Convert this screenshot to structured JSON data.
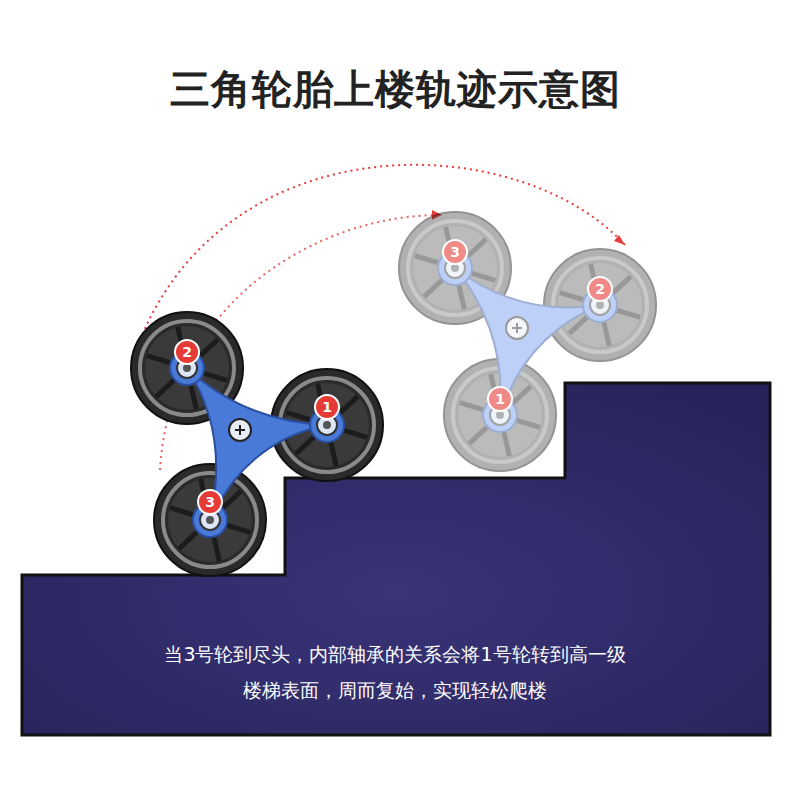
{
  "diagram": {
    "title": "三角轮胎上楼轨迹示意图",
    "caption": "当3号轮到尽头，内部轴承的关系会将1号轮转到高一级楼梯表面，周而复始，实现轻松爬楼",
    "labels": [
      "2",
      "1",
      "3",
      "3",
      "2",
      "1"
    ]
  }
}
